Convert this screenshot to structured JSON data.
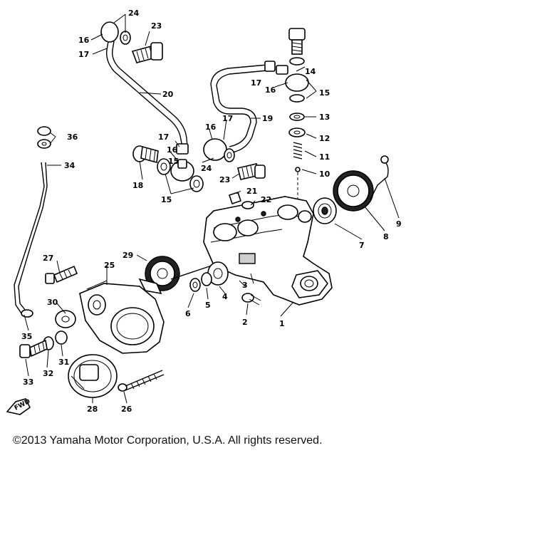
{
  "copyright": "©2013 Yamaha Motor Corporation, U.S.A. All rights reserved.",
  "fwd_label": "FWD",
  "callouts": {
    "c1": "1",
    "c2": "2",
    "c3": "3",
    "c4": "4",
    "c5": "5",
    "c6": "6",
    "c7": "7",
    "c8": "8",
    "c9": "9",
    "c10": "10",
    "c11": "11",
    "c12": "12",
    "c13": "13",
    "c14": "14",
    "c15a": "15",
    "c15b": "15",
    "c15c": "15",
    "c16a": "16",
    "c16b": "16",
    "c16c": "16",
    "c16d": "16",
    "c17a": "17",
    "c17b": "17",
    "c17c": "17",
    "c17d": "17",
    "c18": "18",
    "c19": "19",
    "c20": "20",
    "c21": "21",
    "c22": "22",
    "c23a": "23",
    "c23b": "23",
    "c24a": "24",
    "c24b": "24",
    "c25": "25",
    "c26": "26",
    "c27": "27",
    "c28": "28",
    "c29": "29",
    "c30": "30",
    "c31": "31",
    "c32": "32",
    "c33": "33",
    "c34": "34",
    "c35": "35",
    "c36": "36"
  }
}
